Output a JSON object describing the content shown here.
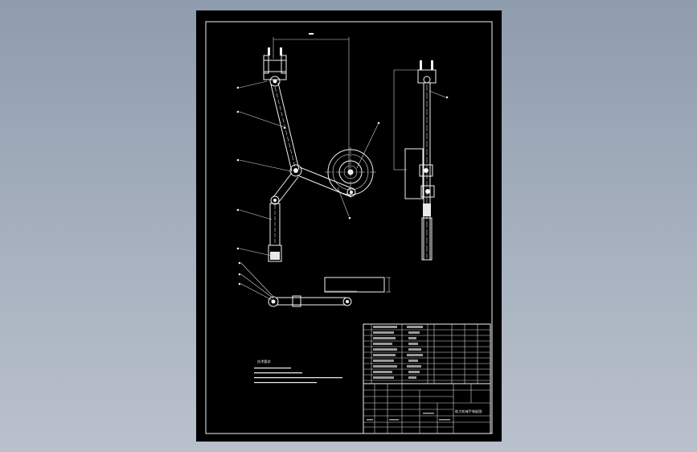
{
  "drawing": {
    "balloons": [
      {
        "id": "b-top-left"
      },
      {
        "id": "b-arm-upper"
      },
      {
        "id": "b-arm-joint"
      },
      {
        "id": "b-arm-lower"
      },
      {
        "id": "b-arm-foot"
      },
      {
        "id": "b-wheel"
      },
      {
        "id": "b-lever"
      },
      {
        "id": "b-side"
      },
      {
        "id": "b-bottom-1"
      },
      {
        "id": "b-bottom-2"
      },
      {
        "id": "b-bottom-3"
      }
    ],
    "notes_title": "技术要求"
  },
  "title_block": {
    "title": "助力机械手装配图"
  },
  "colors": {
    "background": "#98a4b5",
    "sheet": "#000000",
    "lines": "#f2f2f2",
    "accent": "#2fd44a"
  }
}
